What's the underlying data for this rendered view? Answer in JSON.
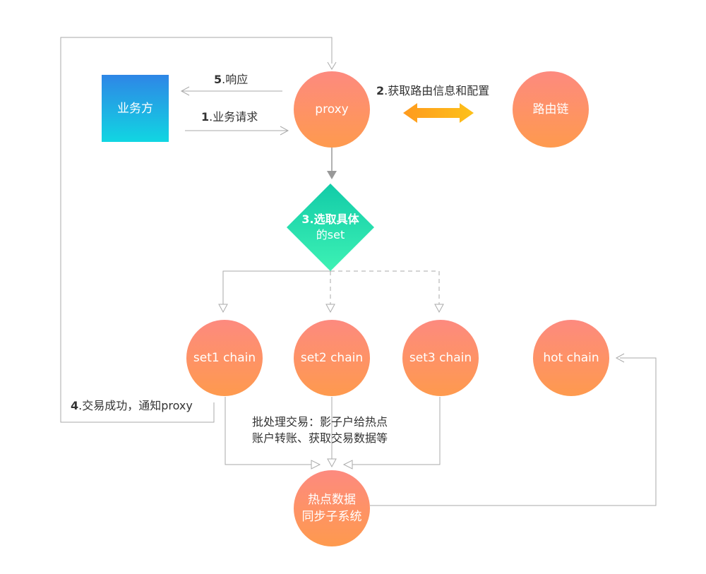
{
  "nodes": {
    "business": "业务方",
    "proxy": "proxy",
    "router": "路由链",
    "select_set": [
      "3.选取具体",
      "的set"
    ],
    "set1": "set1 chain",
    "set2": "set2 chain",
    "set3": "set3 chain",
    "hot": "hot chain",
    "sync": [
      "热点数据",
      "同步子系统"
    ]
  },
  "edges": {
    "response": {
      "num": "5",
      "text": ".响应"
    },
    "request": {
      "num": "1",
      "text": ".业务请求"
    },
    "route_info": {
      "num": "2",
      "text": ".获取路由信息和配置"
    },
    "notify": {
      "num": "4",
      "text": ".交易成功，通知proxy"
    },
    "batch": [
      "批处理交易：影子户给热点",
      "账户转账、获取交易数据等"
    ]
  },
  "colors": {
    "line": "#aaaaaa",
    "arrow_dark": "#999999",
    "circle_top": "#fd8a7f",
    "circle_bottom": "#fe9a4e",
    "square_top": "#2e86e6",
    "square_bottom": "#11d6e2",
    "diamond_top": "#12cba8",
    "diamond_bottom": "#3df2b4",
    "double_arrow_left": "#fe9a1e",
    "double_arrow_right": "#fdc11a"
  }
}
